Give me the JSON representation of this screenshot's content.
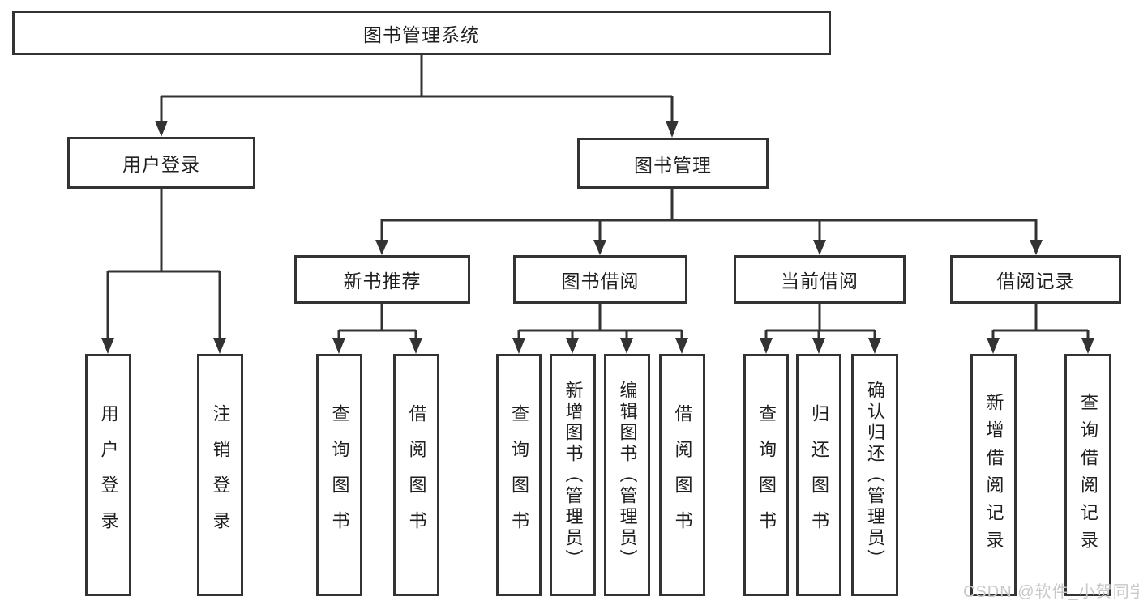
{
  "diagram": {
    "watermark": "CSDN @软件_小贺同学",
    "colors": {
      "line": "#333333",
      "border": "#333333",
      "text": "#1f1f1f",
      "background": "#ffffff",
      "watermark": "#c8c8c8"
    },
    "tree": {
      "label": "图书管理系统",
      "children": [
        {
          "label": "用户登录",
          "children": [
            {
              "label": "用户登录"
            },
            {
              "label": "注销登录"
            }
          ]
        },
        {
          "label": "图书管理",
          "children": [
            {
              "label": "新书推荐",
              "children": [
                {
                  "label": "查询图书"
                },
                {
                  "label": "借阅图书"
                }
              ]
            },
            {
              "label": "图书借阅",
              "children": [
                {
                  "label": "查询图书"
                },
                {
                  "label": "新增图书（管理员）"
                },
                {
                  "label": "编辑图书（管理员）"
                },
                {
                  "label": "借阅图书"
                }
              ]
            },
            {
              "label": "当前借阅",
              "children": [
                {
                  "label": "查询图书"
                },
                {
                  "label": "归还图书"
                },
                {
                  "label": "确认归还（管理员）"
                }
              ]
            },
            {
              "label": "借阅记录",
              "children": [
                {
                  "label": "新增借阅记录"
                },
                {
                  "label": "查询借阅记录"
                }
              ]
            }
          ]
        }
      ]
    }
  }
}
